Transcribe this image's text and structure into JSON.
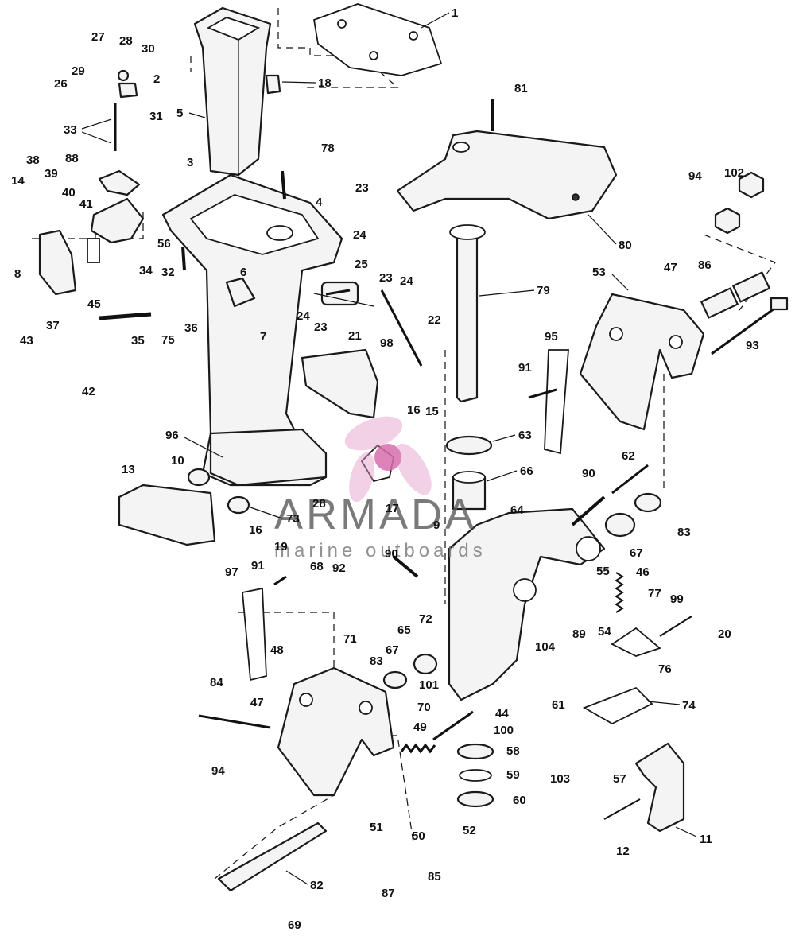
{
  "watermark": {
    "title": "ARMADA",
    "subtitle": "marine outboards",
    "accent_color": "#e29ac6"
  },
  "callouts": [
    {
      "id": "c1",
      "label": "1"
    },
    {
      "id": "c2",
      "label": "2"
    },
    {
      "id": "c3",
      "label": "3"
    },
    {
      "id": "c4",
      "label": "4"
    },
    {
      "id": "c5",
      "label": "5"
    },
    {
      "id": "c6",
      "label": "6"
    },
    {
      "id": "c7",
      "label": "7"
    },
    {
      "id": "c8",
      "label": "8"
    },
    {
      "id": "c9",
      "label": "9"
    },
    {
      "id": "c10",
      "label": "10"
    },
    {
      "id": "c11",
      "label": "11"
    },
    {
      "id": "c12",
      "label": "12"
    },
    {
      "id": "c13",
      "label": "13"
    },
    {
      "id": "c14",
      "label": "14"
    },
    {
      "id": "c15",
      "label": "15"
    },
    {
      "id": "c16a",
      "label": "16"
    },
    {
      "id": "c16b",
      "label": "16"
    },
    {
      "id": "c17",
      "label": "17"
    },
    {
      "id": "c18",
      "label": "18"
    },
    {
      "id": "c19",
      "label": "19"
    },
    {
      "id": "c20",
      "label": "20"
    },
    {
      "id": "c21",
      "label": "21"
    },
    {
      "id": "c22",
      "label": "22"
    },
    {
      "id": "c23a",
      "label": "23"
    },
    {
      "id": "c23b",
      "label": "23"
    },
    {
      "id": "c23c",
      "label": "23"
    },
    {
      "id": "c24a",
      "label": "24"
    },
    {
      "id": "c24b",
      "label": "24"
    },
    {
      "id": "c24c",
      "label": "24"
    },
    {
      "id": "c25",
      "label": "25"
    },
    {
      "id": "c26",
      "label": "26"
    },
    {
      "id": "c27",
      "label": "27"
    },
    {
      "id": "c28a",
      "label": "28"
    },
    {
      "id": "c28b",
      "label": "28"
    },
    {
      "id": "c29",
      "label": "29"
    },
    {
      "id": "c30",
      "label": "30"
    },
    {
      "id": "c31",
      "label": "31"
    },
    {
      "id": "c32",
      "label": "32"
    },
    {
      "id": "c33",
      "label": "33"
    },
    {
      "id": "c34",
      "label": "34"
    },
    {
      "id": "c35",
      "label": "35"
    },
    {
      "id": "c36",
      "label": "36"
    },
    {
      "id": "c37",
      "label": "37"
    },
    {
      "id": "c38",
      "label": "38"
    },
    {
      "id": "c39",
      "label": "39"
    },
    {
      "id": "c40",
      "label": "40"
    },
    {
      "id": "c41",
      "label": "41"
    },
    {
      "id": "c42",
      "label": "42"
    },
    {
      "id": "c43",
      "label": "43"
    },
    {
      "id": "c44",
      "label": "44"
    },
    {
      "id": "c45",
      "label": "45"
    },
    {
      "id": "c46",
      "label": "46"
    },
    {
      "id": "c47a",
      "label": "47"
    },
    {
      "id": "c47b",
      "label": "47"
    },
    {
      "id": "c48",
      "label": "48"
    },
    {
      "id": "c49",
      "label": "49"
    },
    {
      "id": "c50",
      "label": "50"
    },
    {
      "id": "c51",
      "label": "51"
    },
    {
      "id": "c52",
      "label": "52"
    },
    {
      "id": "c53",
      "label": "53"
    },
    {
      "id": "c54",
      "label": "54"
    },
    {
      "id": "c55",
      "label": "55"
    },
    {
      "id": "c56",
      "label": "56"
    },
    {
      "id": "c57",
      "label": "57"
    },
    {
      "id": "c58",
      "label": "58"
    },
    {
      "id": "c59",
      "label": "59"
    },
    {
      "id": "c60",
      "label": "60"
    },
    {
      "id": "c61",
      "label": "61"
    },
    {
      "id": "c62",
      "label": "62"
    },
    {
      "id": "c63",
      "label": "63"
    },
    {
      "id": "c64",
      "label": "64"
    },
    {
      "id": "c65",
      "label": "65"
    },
    {
      "id": "c66",
      "label": "66"
    },
    {
      "id": "c67a",
      "label": "67"
    },
    {
      "id": "c67b",
      "label": "67"
    },
    {
      "id": "c68",
      "label": "68"
    },
    {
      "id": "c69",
      "label": "69"
    },
    {
      "id": "c70",
      "label": "70"
    },
    {
      "id": "c71",
      "label": "71"
    },
    {
      "id": "c72",
      "label": "72"
    },
    {
      "id": "c73",
      "label": "73"
    },
    {
      "id": "c74",
      "label": "74"
    },
    {
      "id": "c75",
      "label": "75"
    },
    {
      "id": "c76",
      "label": "76"
    },
    {
      "id": "c77",
      "label": "77"
    },
    {
      "id": "c78",
      "label": "78"
    },
    {
      "id": "c79",
      "label": "79"
    },
    {
      "id": "c80",
      "label": "80"
    },
    {
      "id": "c81",
      "label": "81"
    },
    {
      "id": "c82",
      "label": "82"
    },
    {
      "id": "c83a",
      "label": "83"
    },
    {
      "id": "c83b",
      "label": "83"
    },
    {
      "id": "c84",
      "label": "84"
    },
    {
      "id": "c85",
      "label": "85"
    },
    {
      "id": "c86",
      "label": "86"
    },
    {
      "id": "c87",
      "label": "87"
    },
    {
      "id": "c88",
      "label": "88"
    },
    {
      "id": "c89",
      "label": "89"
    },
    {
      "id": "c90a",
      "label": "90"
    },
    {
      "id": "c90b",
      "label": "90"
    },
    {
      "id": "c91a",
      "label": "91"
    },
    {
      "id": "c91b",
      "label": "91"
    },
    {
      "id": "c92",
      "label": "92"
    },
    {
      "id": "c93",
      "label": "93"
    },
    {
      "id": "c94a",
      "label": "94"
    },
    {
      "id": "c94b",
      "label": "94"
    },
    {
      "id": "c95",
      "label": "95"
    },
    {
      "id": "c96",
      "label": "96"
    },
    {
      "id": "c97",
      "label": "97"
    },
    {
      "id": "c98",
      "label": "98"
    },
    {
      "id": "c99",
      "label": "99"
    },
    {
      "id": "c100",
      "label": "100"
    },
    {
      "id": "c101",
      "label": "101"
    },
    {
      "id": "c102",
      "label": "102"
    },
    {
      "id": "c103",
      "label": "103"
    },
    {
      "id": "c104",
      "label": "104"
    }
  ]
}
